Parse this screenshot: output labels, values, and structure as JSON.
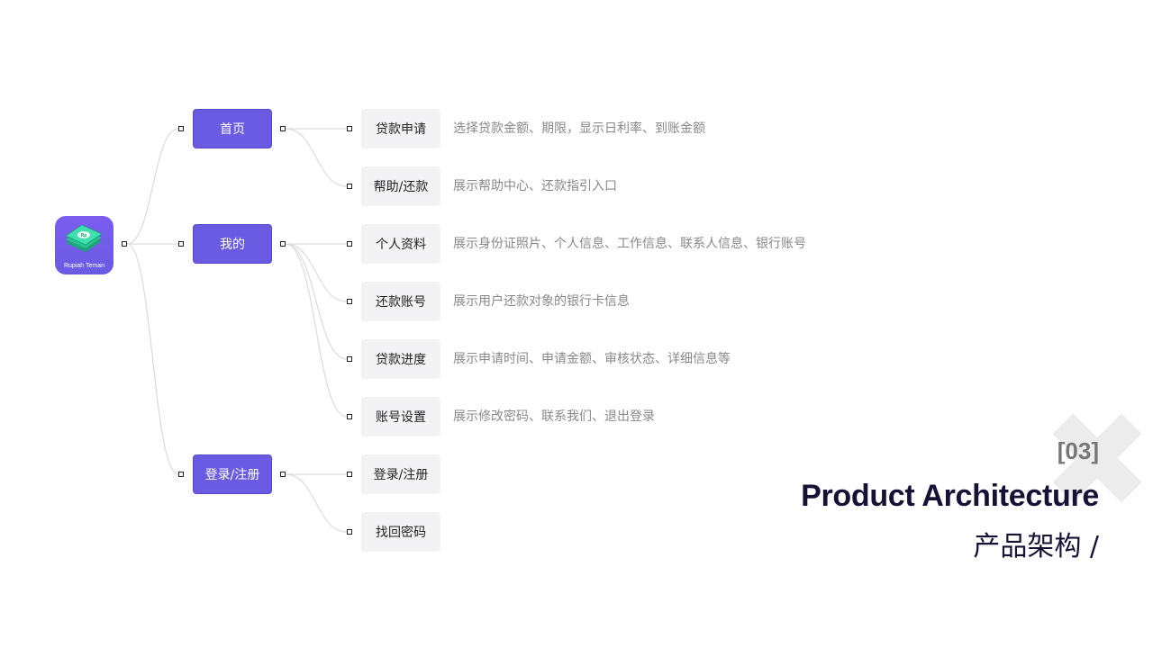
{
  "app": {
    "name": "Rupiah Teman",
    "icon": "cash-stack-icon",
    "colors": {
      "accent": "#6a5be2",
      "cash": "#2fd6a0"
    }
  },
  "nodes": [
    {
      "label": "首页",
      "children": [
        {
          "label": "贷款申请",
          "desc": "选择贷款金额、期限，显示日利率、到账金额"
        },
        {
          "label": "帮助/还款",
          "desc": "展示帮助中心、还款指引入口"
        }
      ]
    },
    {
      "label": "我的",
      "children": [
        {
          "label": "个人资料",
          "desc": "展示身份证照片、个人信息、工作信息、联系人信息、银行账号"
        },
        {
          "label": "还款账号",
          "desc": "展示用户还款对象的银行卡信息"
        },
        {
          "label": "贷款进度",
          "desc": "展示申请时间、申请金额、审核状态、详细信息等"
        },
        {
          "label": "账号设置",
          "desc": "展示修改密码、联系我们、退出登录"
        }
      ]
    },
    {
      "label": "登录/注册",
      "children": [
        {
          "label": "登录/注册",
          "desc": ""
        },
        {
          "label": "找回密码",
          "desc": ""
        }
      ]
    }
  ],
  "heading": {
    "number": "[03]",
    "title": "Product Architecture",
    "subtitle": "产品架构 /"
  }
}
